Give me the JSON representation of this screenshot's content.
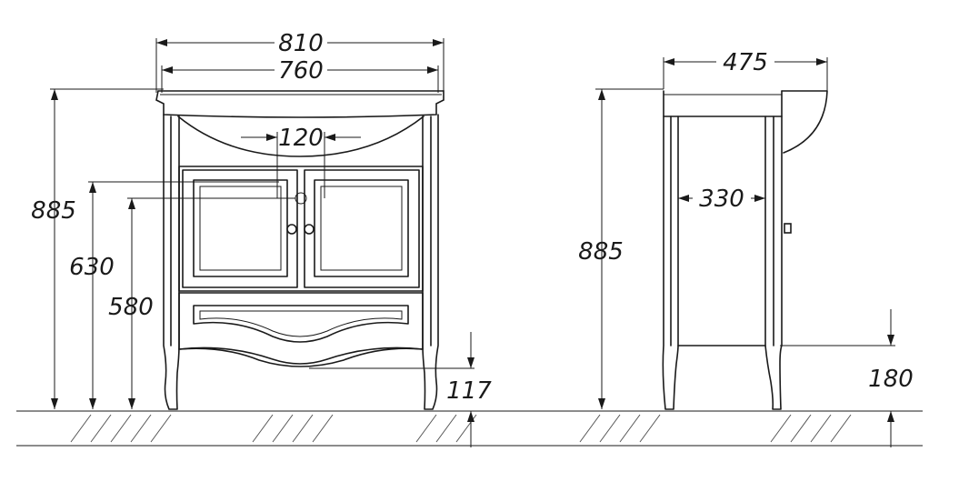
{
  "dimensions": {
    "front_width_overall": "810",
    "front_width_basin": "760",
    "front_drain_offset": "120",
    "front_height_overall": "885",
    "front_height_drain_upper": "630",
    "front_height_drain_lower": "580",
    "front_leg_clearance": "117",
    "side_depth_overall": "475",
    "side_depth_cabinet": "330",
    "side_height_overall": "885",
    "side_plinth_height": "180"
  }
}
